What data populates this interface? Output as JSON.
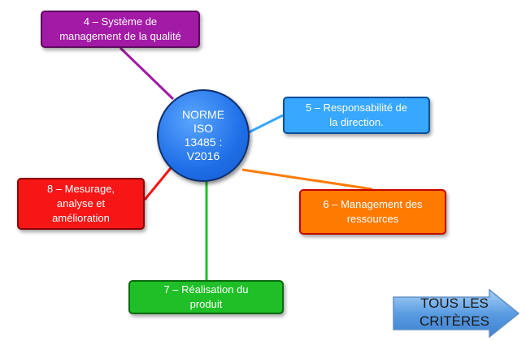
{
  "center": {
    "lines": [
      "NORME",
      "ISO",
      "13485 :",
      "V2016"
    ],
    "color": "#1f6fe8"
  },
  "nodes": [
    {
      "id": "4",
      "lines": [
        "4 – Système de",
        "management de la qualité"
      ],
      "color": "#a21aa5"
    },
    {
      "id": "5",
      "lines": [
        "5 – Responsabilité de",
        "la direction."
      ],
      "color": "#37a7ff"
    },
    {
      "id": "6",
      "lines": [
        "6 – Management des",
        "ressources"
      ],
      "color": "#ff7a00"
    },
    {
      "id": "7",
      "lines": [
        "7 – Réalisation du",
        "produit"
      ],
      "color": "#1fbf27"
    },
    {
      "id": "8",
      "lines": [
        "8 – Mesurage,",
        "analyse et",
        "amélioration"
      ],
      "color": "#f61616"
    }
  ],
  "all_criteria_button": {
    "lines": [
      "TOUS LES",
      "CRITÈRES"
    ]
  }
}
